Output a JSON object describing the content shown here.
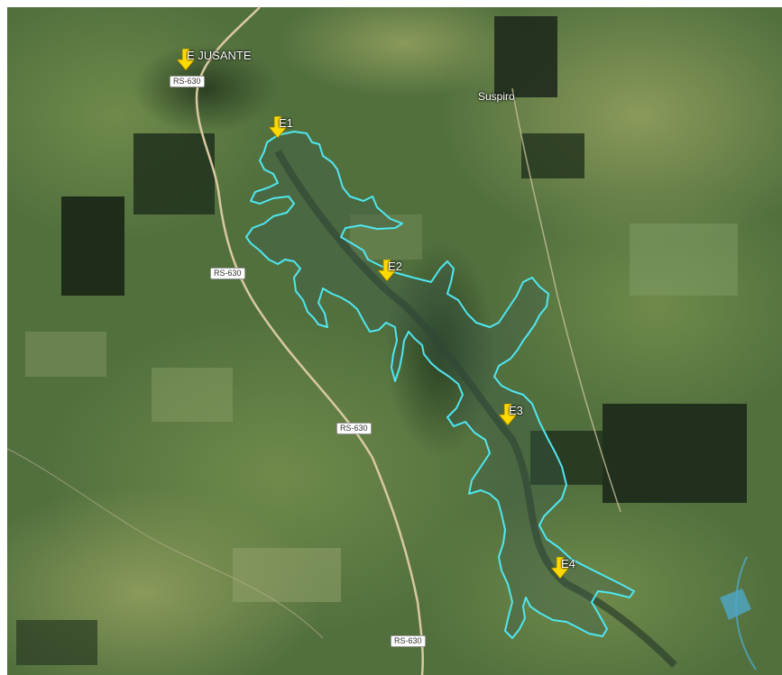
{
  "map": {
    "type": "satellite",
    "colors": {
      "reservoir_outline": "#4fe7f0",
      "marker": "#ffd900",
      "road": "#d8c9a0"
    },
    "places": [
      {
        "id": "suspiro",
        "label": "Suspiro"
      }
    ],
    "roads": [
      {
        "id": "rs630-a",
        "label": "RS-630"
      },
      {
        "id": "rs630-b",
        "label": "RS-630"
      },
      {
        "id": "rs630-c",
        "label": "RS-630"
      },
      {
        "id": "rs630-d",
        "label": "RS-630"
      }
    ],
    "stations": [
      {
        "id": "e-jusante",
        "label": "E JUSANTE",
        "icon": "arrow-down-icon"
      },
      {
        "id": "e1",
        "label": "E1",
        "icon": "arrow-down-icon"
      },
      {
        "id": "e2",
        "label": "E2",
        "icon": "arrow-down-icon"
      },
      {
        "id": "e3",
        "label": "E3",
        "icon": "arrow-down-icon"
      },
      {
        "id": "e4",
        "label": "E4",
        "icon": "arrow-down-icon"
      }
    ]
  }
}
